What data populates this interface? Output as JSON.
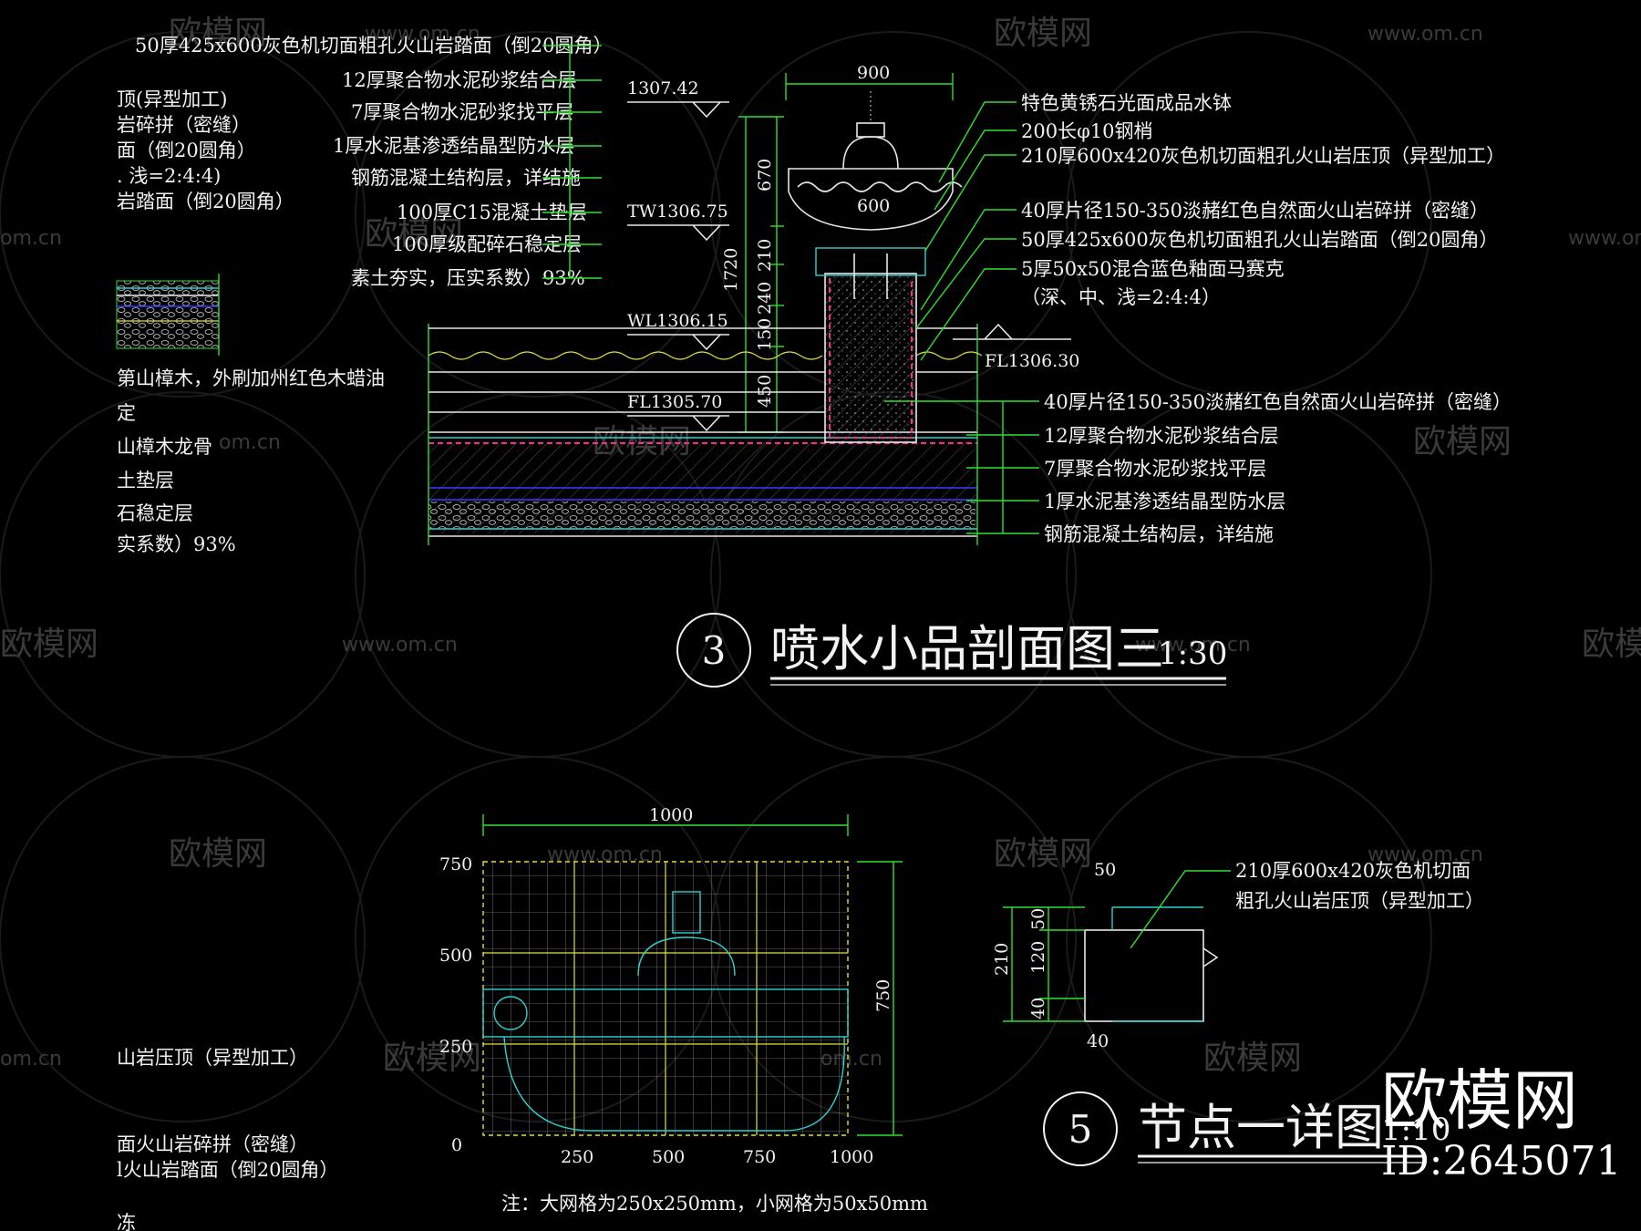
{
  "watermarks": {
    "brand": "欧模网",
    "site": "www.om.cn",
    "site_partial": "om.cn"
  },
  "left_partial_notes": {
    "top": [
      "顶(异型加工)",
      "岩碎拼（密缝）",
      "面（倒20圆角）",
      ". 浅=2:4:4)",
      "岩踏面（倒20圆角）"
    ],
    "middle": [
      "第山樟木，外刷加州红色木蜡油",
      "定",
      "山樟木龙骨",
      "土垫层",
      "石稳定层",
      "实系数）93%"
    ],
    "bottom": [
      "山岩压顶（异型加工）",
      "面火山岩碎拼（密缝）",
      "l火山岩踏面（倒20圆角）",
      "冻"
    ]
  },
  "section3": {
    "left_labels": [
      "50厚425x600灰色机切面粗孔火山岩踏面（倒20圆角）",
      "12厚聚合物水泥砂浆结合层",
      "7厚聚合物水泥砂浆找平层",
      "1厚水泥基渗透结晶型防水层",
      "钢筋混凝土结构层，详结施",
      "100厚C15混凝土垫层",
      "100厚级配碎石稳定层",
      "素土夯实，压实系数）93%"
    ],
    "right_labels_top": [
      "特色黄锈石光面成品水钵",
      "200长φ10钢梢",
      "210厚600x420灰色机切面粗孔火山岩压顶（异型加工）",
      "40厚片径150-350淡赭红色自然面火山岩碎拼（密缝）",
      "50厚425x600灰色机切面粗孔火山岩踏面（倒20圆角）",
      "5厚50x50混合蓝色釉面马赛克",
      "（深、中、浅=2:4:4）"
    ],
    "right_labels_bottom": [
      "40厚片径150-350淡赭红色自然面火山岩碎拼（密缝）",
      "12厚聚合物水泥砂浆结合层",
      "7厚聚合物水泥砂浆找平层",
      "1厚水泥基渗透结晶型防水层",
      "钢筋混凝土结构层，详结施"
    ],
    "elevations": {
      "top": "1307.42",
      "tw": "TW1306.75",
      "wl": "WL1306.15",
      "fl_bottom": "FL1305.70",
      "fl_right": "FL1306.30"
    },
    "dimensions": {
      "width_top": "900",
      "bowl_width": "600",
      "d670": "670",
      "d1720": "1720",
      "d210": "210",
      "d240": "240",
      "d150": "150",
      "d450": "450"
    },
    "title": {
      "number": "3",
      "text": "喷水小品剖面图三",
      "scale": "1:30"
    }
  },
  "grid_elevation": {
    "width_label": "1000",
    "height_label": "750",
    "y_ticks": [
      "750",
      "500",
      "250",
      "0"
    ],
    "x_ticks": [
      "250",
      "500",
      "750",
      "1000"
    ],
    "note": "注：大网格为250x250mm，小网格为50x50mm"
  },
  "node_detail": {
    "label_line1": "210厚600x420灰色机切面",
    "label_line2": "粗孔火山岩压顶（异型加工）",
    "dims": {
      "top": "50",
      "d50": "50",
      "d120": "120",
      "d40": "40",
      "total": "210",
      "bottom": "40"
    },
    "title": {
      "number": "5",
      "text": "节点一详图",
      "scale": "1:10"
    }
  },
  "brand_stamp": {
    "name": "欧模网",
    "id": "ID:2645071"
  }
}
